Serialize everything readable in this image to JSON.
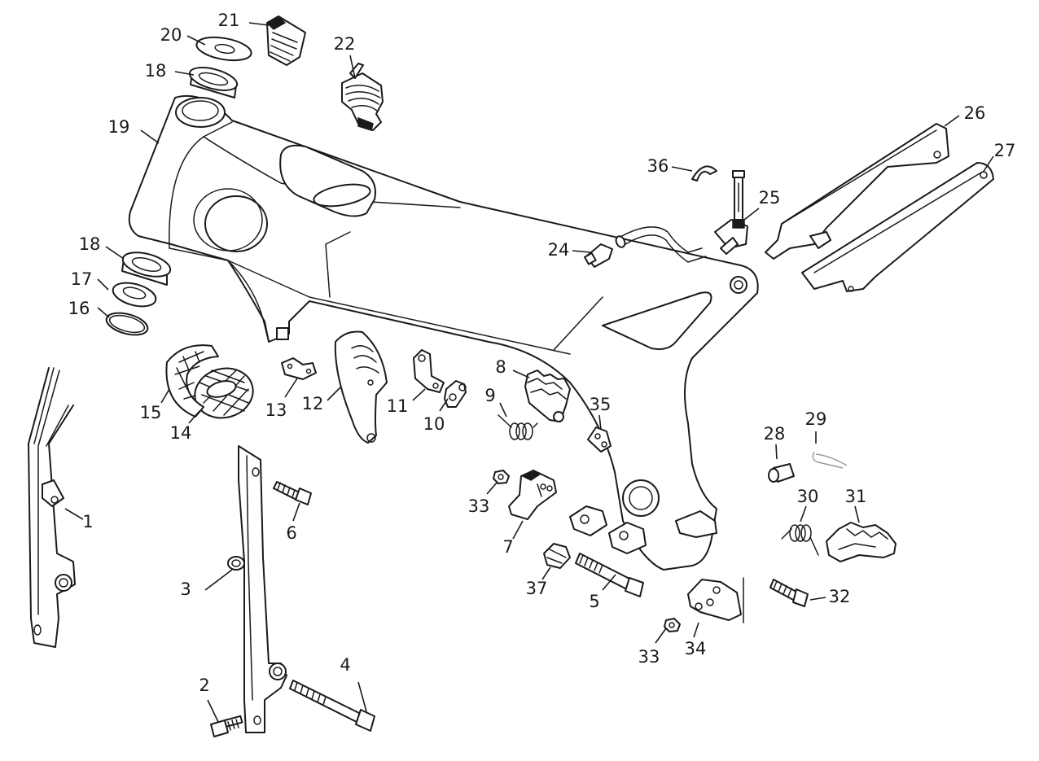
{
  "callouts": [
    {
      "id": "c1",
      "label": "1"
    },
    {
      "id": "c2",
      "label": "2"
    },
    {
      "id": "c3",
      "label": "3"
    },
    {
      "id": "c4",
      "label": "4"
    },
    {
      "id": "c5",
      "label": "5"
    },
    {
      "id": "c6",
      "label": "6"
    },
    {
      "id": "c7",
      "label": "7"
    },
    {
      "id": "c8",
      "label": "8"
    },
    {
      "id": "c9",
      "label": "9"
    },
    {
      "id": "c10",
      "label": "10"
    },
    {
      "id": "c11",
      "label": "11"
    },
    {
      "id": "c12",
      "label": "12"
    },
    {
      "id": "c13",
      "label": "13"
    },
    {
      "id": "c14",
      "label": "14"
    },
    {
      "id": "c15",
      "label": "15"
    },
    {
      "id": "c16",
      "label": "16"
    },
    {
      "id": "c17",
      "label": "17"
    },
    {
      "id": "c18a",
      "label": "18"
    },
    {
      "id": "c18b",
      "label": "18"
    },
    {
      "id": "c19",
      "label": "19"
    },
    {
      "id": "c20",
      "label": "20"
    },
    {
      "id": "c21",
      "label": "21"
    },
    {
      "id": "c22",
      "label": "22"
    },
    {
      "id": "c24",
      "label": "24"
    },
    {
      "id": "c25",
      "label": "25"
    },
    {
      "id": "c26",
      "label": "26"
    },
    {
      "id": "c27",
      "label": "27"
    },
    {
      "id": "c28",
      "label": "28"
    },
    {
      "id": "c29",
      "label": "29"
    },
    {
      "id": "c30",
      "label": "30"
    },
    {
      "id": "c31",
      "label": "31"
    },
    {
      "id": "c32",
      "label": "32"
    },
    {
      "id": "c33a",
      "label": "33"
    },
    {
      "id": "c33b",
      "label": "33"
    },
    {
      "id": "c34",
      "label": "34"
    },
    {
      "id": "c35",
      "label": "35"
    },
    {
      "id": "c36",
      "label": "36"
    },
    {
      "id": "c37",
      "label": "37"
    }
  ]
}
